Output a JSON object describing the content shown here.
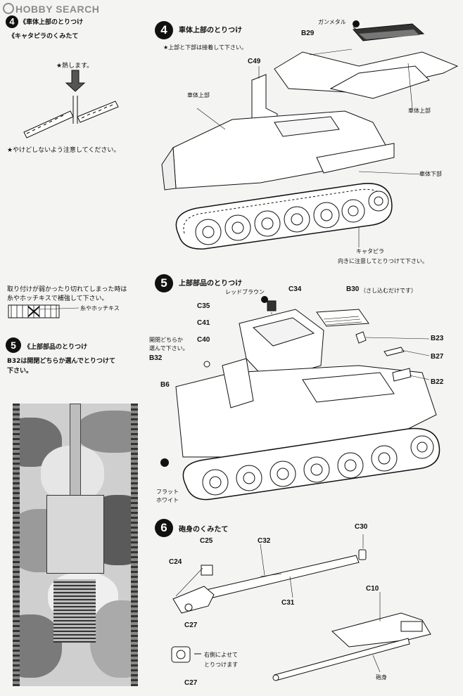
{
  "watermark": "HOBBY SEARCH",
  "sections": {
    "tracks": {
      "number": "4",
      "title": "《車体上部のとりつけ",
      "subtitle": "《キャタピラのくみたて",
      "heat_note": "★熱します。",
      "burn_note": "★やけどしないよう注意してください。"
    },
    "repair": {
      "note_line1": "取り付けが弱かったり切れてしまった時は",
      "note_line2": "糸やホッチキスで補強して下さい。",
      "callout": "糸やホッチキス"
    },
    "parts_left": {
      "number": "5",
      "title": "《上部部品のとりつけ",
      "note_line1": "B32は開閉どちらか選んでとりつけて",
      "note_line2": "下さい。"
    },
    "step4": {
      "number": "4",
      "title": "車体上部のとりつけ",
      "note": "★上部と下部は接着して下さい。",
      "labels": {
        "gunmetal": "ガンメタル",
        "b29": "B29",
        "c49": "C49",
        "upper_hull_left": "車体上部",
        "upper_hull_right": "車体上部",
        "lower_hull": "車体下部",
        "track": "キャタピラ",
        "track_note": "向きに注意してとりつけて下さい。"
      }
    },
    "step5": {
      "number": "5",
      "title": "上部部品のとりつけ",
      "labels": {
        "red_brown": "レッドブラウン",
        "c34": "C34",
        "b30": "B30",
        "b30_note": "（さし込むだけです）",
        "c35": "C35",
        "c41": "C41",
        "c40": "C40",
        "open_close_1": "開閉どちらか",
        "open_close_2": "選んで下さい。",
        "b32": "B32",
        "b6": "B6",
        "b23": "B23",
        "b27": "B27",
        "b22": "B22",
        "flat_white_1": "フラット",
        "flat_white_2": "ホワイト"
      }
    },
    "step6": {
      "number": "6",
      "title": "砲身のくみたて",
      "labels": {
        "c25": "C25",
        "c32": "C32",
        "c30": "C30",
        "c24": "C24",
        "c31": "C31",
        "c27a": "C27",
        "c10": "C10",
        "right_note_1": "右側によせて",
        "right_note_2": "とりつけます",
        "c27b": "C27",
        "barrel": "砲身"
      }
    }
  }
}
